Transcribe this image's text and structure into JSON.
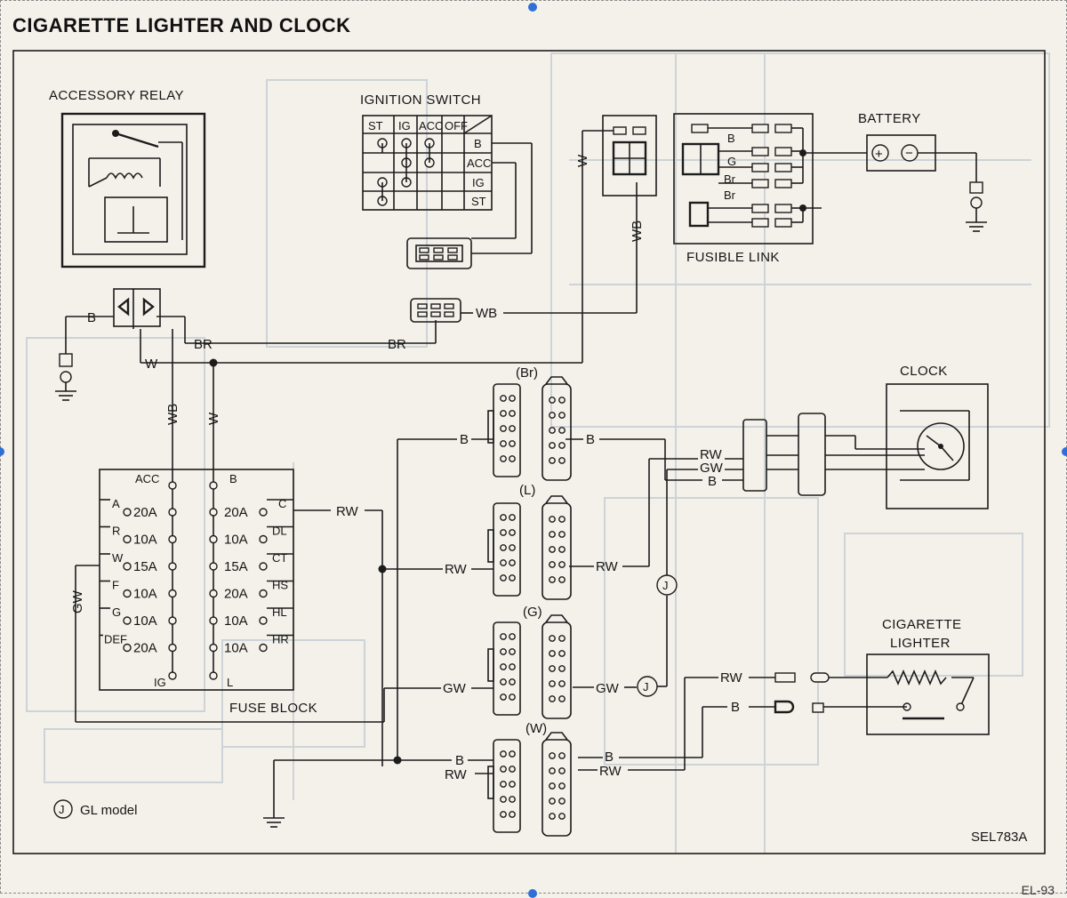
{
  "title": "CIGARETTE LIGHTER AND CLOCK",
  "figure_id": "SEL783A",
  "page_number": "EL-93",
  "legend": {
    "symbol": "J",
    "text": "GL model"
  },
  "components": {
    "accessory_relay": "ACCESSORY RELAY",
    "ignition_switch": "IGNITION SWITCH",
    "fusible_link": "FUSIBLE LINK",
    "battery": "BATTERY",
    "clock": "CLOCK",
    "cigarette_lighter": [
      "CIGARETTE",
      "LIGHTER"
    ],
    "fuse_block": "FUSE BLOCK"
  },
  "ignition_switch_table": {
    "columns": [
      "ST",
      "IG",
      "ACC",
      "OFF"
    ],
    "rows": [
      "B",
      "ACC",
      "IG",
      "ST"
    ]
  },
  "fusible_link_labels": [
    "B",
    "G",
    "Br",
    "Br"
  ],
  "battery_terminals": [
    "+",
    "−"
  ],
  "fuse_block": {
    "top_left": "ACC",
    "top_right": "B",
    "left_fuses": [
      {
        "circuit": "A",
        "rating": "20A"
      },
      {
        "circuit": "R",
        "rating": "10A"
      },
      {
        "circuit": "W",
        "rating": "15A"
      },
      {
        "circuit": "F",
        "rating": "10A"
      },
      {
        "circuit": "G",
        "rating": "10A"
      },
      {
        "circuit": "DEF",
        "rating": "20A"
      }
    ],
    "right_fuses": [
      {
        "circuit": "C",
        "rating": "20A"
      },
      {
        "circuit": "DL",
        "rating": "10A"
      },
      {
        "circuit": "CT",
        "rating": "15A"
      },
      {
        "circuit": "HS",
        "rating": "20A"
      },
      {
        "circuit": "HL",
        "rating": "10A"
      },
      {
        "circuit": "HR",
        "rating": "10A"
      }
    ],
    "bottom_left": "IG",
    "bottom_right": "L"
  },
  "connector_labels": [
    "(Br)",
    "(L)",
    "(G)",
    "(W)"
  ],
  "wire_colors": {
    "b": "B",
    "w": "W",
    "wb": "WB",
    "br": "BR",
    "rw": "RW",
    "gw": "GW"
  },
  "colors": {
    "background": "#f4f1ea",
    "line": "#1c1c1c",
    "ghost": "#cdd3d6",
    "handle": "#2f6fd6"
  }
}
